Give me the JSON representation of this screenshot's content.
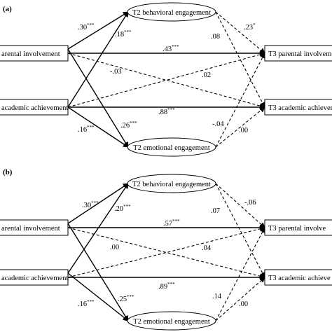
{
  "panels": [
    {
      "label": "(a)",
      "nodes": {
        "t1_parental": "arental involvement",
        "t1_academic": "academic achievement",
        "t2_behavioral": "T2 behavioral engagement",
        "t2_emotional": "T2 emotional engagement",
        "t3_parental": "T3 parental involvement",
        "t3_academic": "T3 academic achievem"
      },
      "paths": {
        "parental_to_behavioral": {
          "value": ".30",
          "sig": "***"
        },
        "academic_to_behavioral": {
          "value": ".18",
          "sig": "***"
        },
        "parental_to_t3parental": {
          "value": ".43",
          "sig": "***"
        },
        "behavioral_to_t3parental": {
          "value": ".08",
          "sig": ""
        },
        "behavioral_to_t3academic": {
          "value": ".23",
          "sig": "*"
        },
        "parental_to_t3academic": {
          "value": "-.03",
          "sig": ""
        },
        "academic_to_t3parental": {
          "value": ".02",
          "sig": ""
        },
        "academic_to_t3academic": {
          "value": ".88",
          "sig": "***"
        },
        "parental_to_emotional": {
          "value": ".26",
          "sig": "***"
        },
        "academic_to_emotional": {
          "value": ".16",
          "sig": "***"
        },
        "emotional_to_t3parental": {
          "value": "-.04",
          "sig": ""
        },
        "emotional_to_t3academic": {
          "value": ".00",
          "sig": ""
        }
      }
    },
    {
      "label": "(b)",
      "nodes": {
        "t1_parental": "arental involvement",
        "t1_academic": "academic achievement",
        "t2_behavioral": "T2 behavioral engagement",
        "t2_emotional": "T2 emotional engagement",
        "t3_parental": "T3 parental involve",
        "t3_academic": "T3 academic achieve"
      },
      "paths": {
        "parental_to_behavioral": {
          "value": ".30",
          "sig": "***"
        },
        "academic_to_behavioral": {
          "value": ".20",
          "sig": "***"
        },
        "parental_to_t3parental": {
          "value": ".57",
          "sig": "***"
        },
        "behavioral_to_t3parental": {
          "value": ".07",
          "sig": ""
        },
        "behavioral_to_t3academic": {
          "value": "-.06",
          "sig": ""
        },
        "parental_to_t3academic": {
          "value": ".00",
          "sig": ""
        },
        "academic_to_t3parental": {
          "value": ".04",
          "sig": ""
        },
        "academic_to_t3academic": {
          "value": ".89",
          "sig": "***"
        },
        "parental_to_emotional": {
          "value": ".25",
          "sig": "***"
        },
        "academic_to_emotional": {
          "value": ".16",
          "sig": "***"
        },
        "emotional_to_t3parental": {
          "value": ".14",
          "sig": ""
        },
        "emotional_to_t3academic": {
          "value": ".00",
          "sig": ""
        }
      }
    }
  ]
}
